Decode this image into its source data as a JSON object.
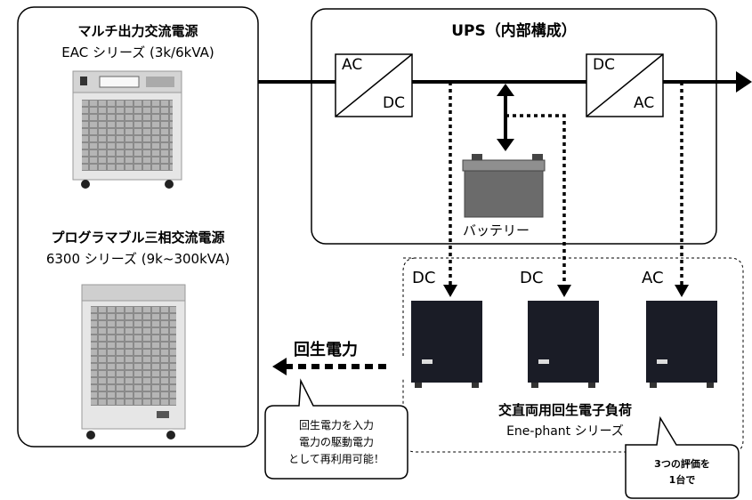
{
  "left_panel": {
    "device1_title": "マルチ出力交流電源",
    "device1_series": "EAC シリーズ (3k/6kVA)",
    "device2_title": "プログラマブル三相交流電源",
    "device2_series": "6300 シリーズ (9k~300kVA)"
  },
  "ups": {
    "title": "UPS（内部構成）",
    "converter1": {
      "top": "AC",
      "bottom": "DC"
    },
    "converter2": {
      "top": "DC",
      "bottom": "AC"
    },
    "battery_label": "バッテリー"
  },
  "loads": {
    "labels": [
      "DC",
      "DC",
      "AC"
    ],
    "title": "交直両用回生電子負荷",
    "series": "Ene-phant シリーズ"
  },
  "regen": {
    "label": "回生電力",
    "bubble_lines": [
      "回生電力を入力",
      "電力の駆動電力",
      "として再利用可能！"
    ]
  },
  "callout": {
    "lines": [
      "3つの評価を",
      "1台で"
    ]
  },
  "colors": {
    "line": "#000000",
    "device_grey": "#d9d9d9",
    "device_dark": "#1a1c26",
    "battery": "#6b6b6b"
  }
}
